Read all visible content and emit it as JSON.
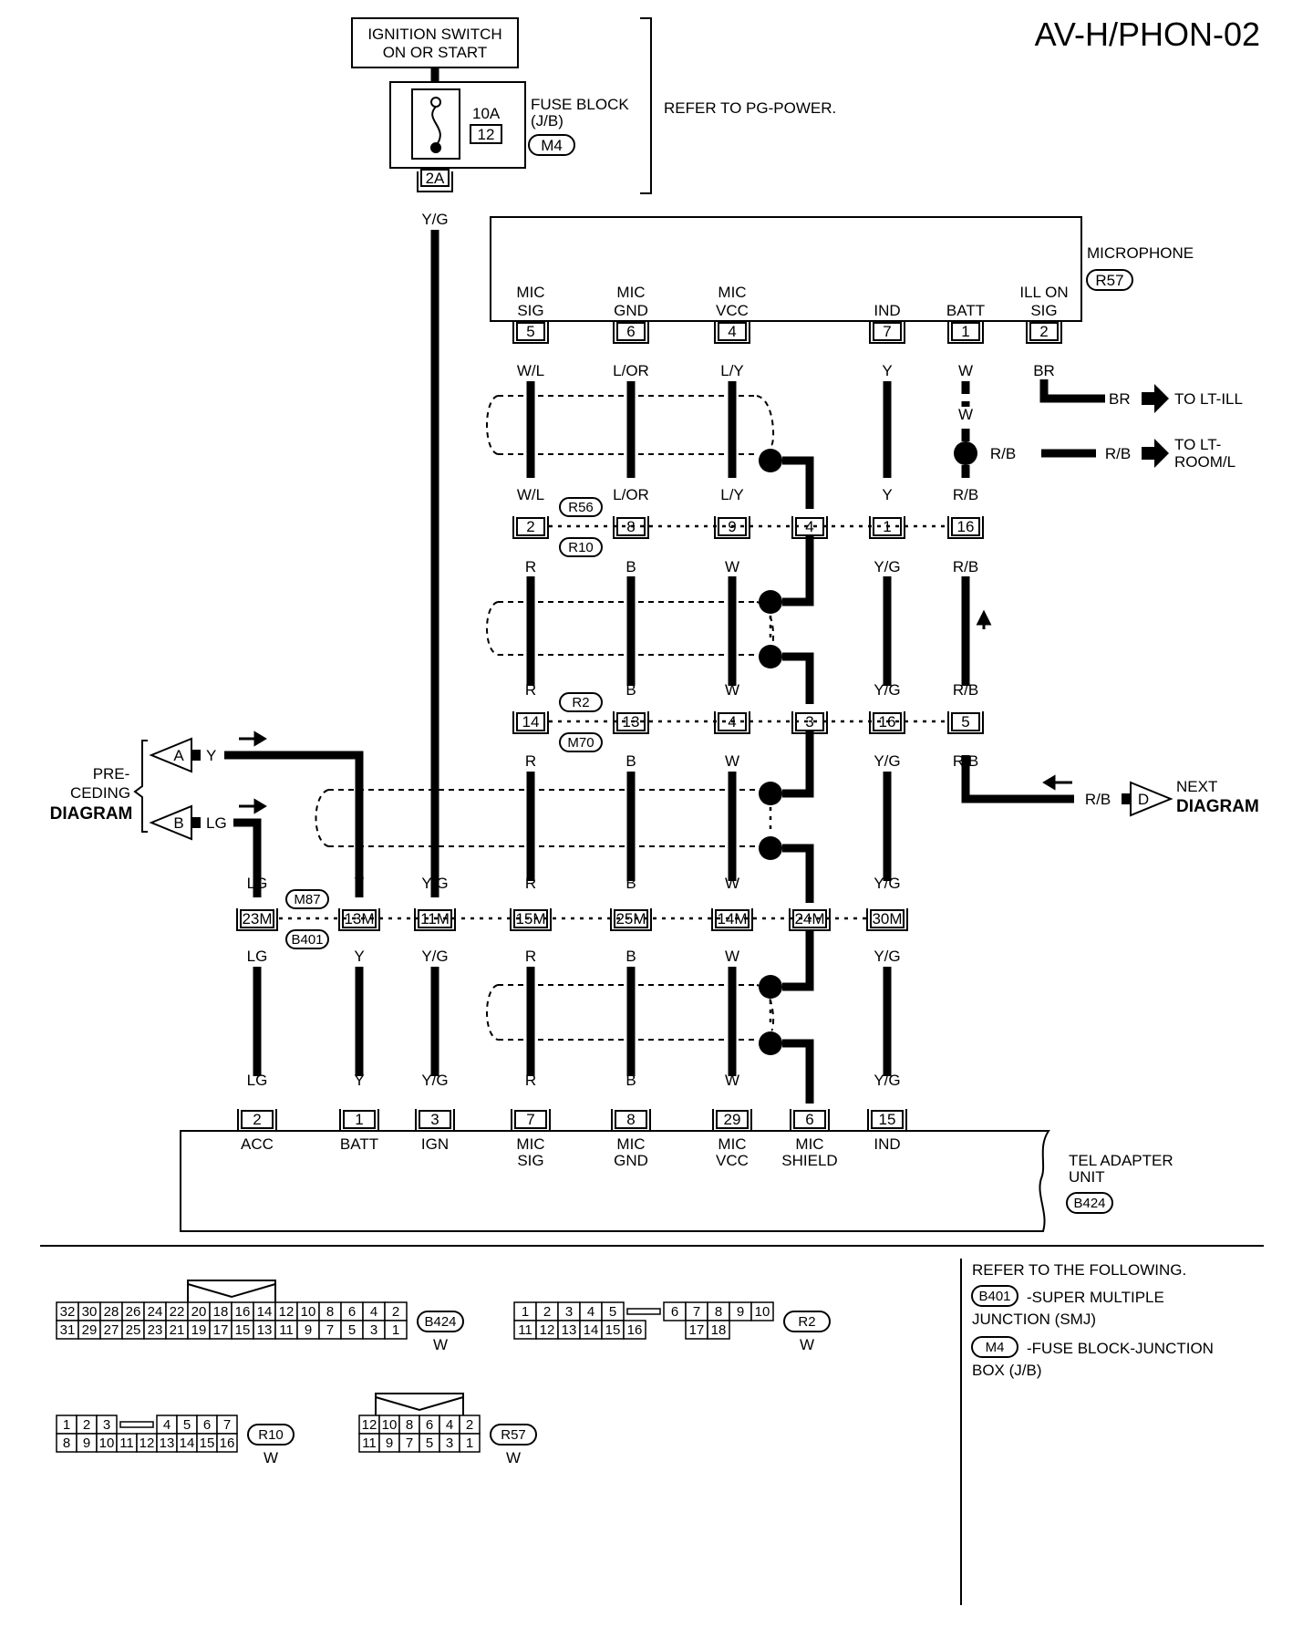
{
  "page_code": "AV-H/PHON-02",
  "ignition": {
    "line1": "IGNITION SWITCH",
    "line2": "ON OR START"
  },
  "fuse": {
    "amp": "10A",
    "number": "12",
    "block_line1": "FUSE BLOCK",
    "block_line2": "(J/B)",
    "connector": "M4",
    "terminal": "2A",
    "wire_color": "Y/G"
  },
  "refer_pg": "REFER TO PG-POWER.",
  "microphone": {
    "name": "MICROPHONE",
    "connector": "R57",
    "pins": [
      {
        "l1": "MIC",
        "l2": "SIG",
        "pin": "5",
        "wire": "W/L"
      },
      {
        "l1": "MIC",
        "l2": "GND",
        "pin": "6",
        "wire": "L/OR"
      },
      {
        "l1": "MIC",
        "l2": "VCC",
        "pin": "4",
        "wire": "L/Y"
      },
      {
        "l1": "",
        "l2": "IND",
        "pin": "7",
        "wire": "Y"
      },
      {
        "l1": "",
        "l2": "BATT",
        "pin": "1",
        "wire": "W"
      },
      {
        "l1": "ILL ON",
        "l2": "SIG",
        "pin": "2",
        "wire": "BR"
      }
    ]
  },
  "to_lt_ill": {
    "wire": "BR",
    "label": "TO LT-ILL"
  },
  "to_lt_room": {
    "wire_a": "R/B",
    "wire_b": "R/B",
    "label1": "TO LT-",
    "label2": "ROOM/L",
    "upper_wire": "W"
  },
  "junction1": {
    "conn_a": "R56",
    "conn_b": "R10",
    "top_wires": [
      "W/L",
      "L/OR",
      "L/Y",
      "Y",
      "R/B"
    ],
    "pins": [
      "2",
      "8",
      "9",
      "4",
      "1",
      "16"
    ],
    "bottom_wires": [
      "R",
      "B",
      "W",
      "Y/G",
      "R/B"
    ]
  },
  "junction2": {
    "conn_a": "R2",
    "conn_b": "M70",
    "top_wires": [
      "R",
      "B",
      "W",
      "Y/G",
      "R/B"
    ],
    "pins": [
      "14",
      "13",
      "4",
      "3",
      "16",
      "5"
    ],
    "bottom_wires": [
      "R",
      "B",
      "W",
      "Y/G",
      "R/B"
    ]
  },
  "preceding": {
    "line1": "PRE-",
    "line2": "CEDING",
    "line3": "DIAGRAM",
    "a": "A",
    "a_wire": "Y",
    "b": "B",
    "b_wire": "LG"
  },
  "next": {
    "wire": "R/B",
    "d": "D",
    "line1": "NEXT",
    "line2": "DIAGRAM"
  },
  "junction3": {
    "conn_a": "M87",
    "conn_b": "B401",
    "top_wires": [
      "LG",
      "Y",
      "Y/G",
      "R",
      "B",
      "W",
      "Y/G"
    ],
    "pins": [
      "23M",
      "13M",
      "11M",
      "15M",
      "25M",
      "14M",
      "24M",
      "30M"
    ],
    "bottom_wires": [
      "LG",
      "Y",
      "Y/G",
      "R",
      "B",
      "W",
      "Y/G"
    ]
  },
  "tel_unit": {
    "line1": "TEL ADAPTER",
    "line2": "UNIT",
    "connector": "B424",
    "top_wires": [
      "LG",
      "Y",
      "Y/G",
      "R",
      "B",
      "W",
      "Y/G"
    ],
    "pins": [
      {
        "pin": "2",
        "l1": "ACC",
        "l2": ""
      },
      {
        "pin": "1",
        "l1": "BATT",
        "l2": ""
      },
      {
        "pin": "3",
        "l1": "IGN",
        "l2": ""
      },
      {
        "pin": "7",
        "l1": "MIC",
        "l2": "SIG"
      },
      {
        "pin": "8",
        "l1": "MIC",
        "l2": "GND"
      },
      {
        "pin": "29",
        "l1": "MIC",
        "l2": "VCC"
      },
      {
        "pin": "6",
        "l1": "MIC",
        "l2": "SHIELD"
      },
      {
        "pin": "15",
        "l1": "IND",
        "l2": ""
      }
    ]
  },
  "refer_box": {
    "heading": "REFER TO THE FOLLOWING.",
    "item1_conn": "B401",
    "item1_l1": "-SUPER MULTIPLE",
    "item1_l2": "JUNCTION (SMJ)",
    "item2_conn": "M4",
    "item2_l1": "-FUSE BLOCK-JUNCTION",
    "item2_l2": "BOX (J/B)"
  },
  "connectors": [
    {
      "id": "B424",
      "color": "W",
      "row1": [
        "32",
        "30",
        "28",
        "26",
        "24",
        "22",
        "20",
        "18",
        "16",
        "14",
        "12",
        "10",
        "8",
        "6",
        "4",
        "2"
      ],
      "row2": [
        "31",
        "29",
        "27",
        "25",
        "23",
        "21",
        "19",
        "17",
        "15",
        "13",
        "11",
        "9",
        "7",
        "5",
        "3",
        "1"
      ]
    },
    {
      "id": "R2",
      "color": "W",
      "row1": [
        "1",
        "2",
        "3",
        "4",
        "5",
        "6",
        "7",
        "8",
        "9",
        "10"
      ],
      "row2": [
        "11",
        "12",
        "13",
        "14",
        "15",
        "16",
        "17",
        "18"
      ]
    },
    {
      "id": "R10",
      "color": "W",
      "row1": [
        "1",
        "2",
        "3",
        "4",
        "5",
        "6",
        "7"
      ],
      "row2": [
        "8",
        "9",
        "10",
        "11",
        "12",
        "13",
        "14",
        "15",
        "16"
      ]
    },
    {
      "id": "R57",
      "color": "W",
      "row1": [
        "12",
        "10",
        "8",
        "6",
        "4",
        "2"
      ],
      "row2": [
        "11",
        "9",
        "7",
        "5",
        "3",
        "1"
      ]
    }
  ]
}
